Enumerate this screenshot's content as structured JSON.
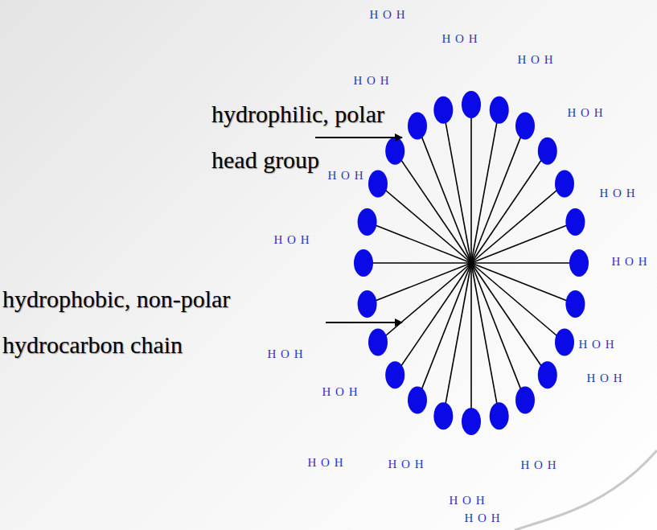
{
  "diagram": {
    "labels": [
      "hydrophilic, polar head group",
      "hydrophobic, non-polar hydrocarbon chain",
      "H O H",
      "H O H",
      "H O H",
      "H O H",
      "H O H",
      "H O H",
      "H O H",
      "H O H",
      "H O H",
      "H O H",
      "H O H",
      "H O H",
      "H O H",
      "H O H",
      "H O H",
      "H O H",
      "H O H",
      "H O H"
    ]
  }
}
